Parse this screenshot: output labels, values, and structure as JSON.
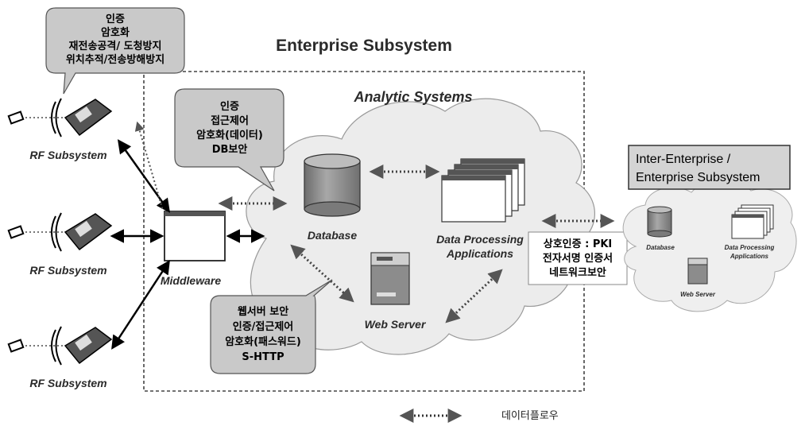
{
  "title": "Enterprise Subsystem",
  "analytic_title": "Analytic Systems",
  "rf_label": "RF Subsystem",
  "middleware_label": "Middleware",
  "database_label": "Database",
  "dpa_label_line1": "Data Processing",
  "dpa_label_line2": "Applications",
  "webserver_label": "Web Server",
  "bubble_top": [
    "인증",
    "암호화",
    "재전송공격/ 도청방지",
    "위치추적/전송방해방지"
  ],
  "bubble_middle": [
    "인증",
    "접근제어",
    "암호화(데이터)",
    "DB보안"
  ],
  "bubble_bottom": [
    "웹서버 보안",
    "인증/접근제어",
    "암호화(패스워드)",
    "S-HTTP"
  ],
  "bubble_right": [
    "상호인증 : PKI",
    "전자서명 인증서",
    "네트워크보안"
  ],
  "inter_title_line1": "Inter-Enterprise /",
  "inter_title_line2": "Enterprise Subsystem",
  "inter_database": "Database",
  "inter_dpa_line1": "Data Processing",
  "inter_dpa_line2": "Applications",
  "inter_webserver": "Web Server",
  "legend_label": "데이터플로우",
  "colors": {
    "bubble": "#c9c9c9",
    "cloud": "#ececec",
    "db": "#8f8f8f",
    "dark": "#333333"
  }
}
